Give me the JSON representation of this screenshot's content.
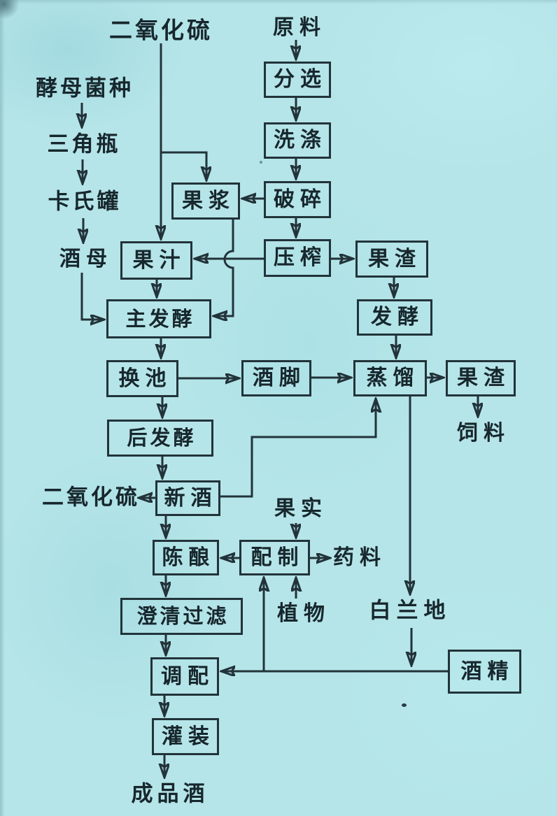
{
  "page": {
    "paper_color": "#b5e5e8",
    "ink_color": "#22333a"
  },
  "nodes": {
    "so2_top": {
      "type": "label",
      "label": "二氧化硫"
    },
    "yuanliao": {
      "type": "label",
      "label": "原料"
    },
    "jiaomujunzhong": {
      "type": "label",
      "label": "酵母菌种"
    },
    "sanjiaoping": {
      "type": "label",
      "label": "三角瓶"
    },
    "kashiguan": {
      "type": "label",
      "label": "卡氏罐"
    },
    "jiumu": {
      "type": "label",
      "label": "酒母"
    },
    "fenxuan": {
      "type": "box",
      "label": "分选"
    },
    "xidi": {
      "type": "box",
      "label": "洗涤"
    },
    "posui": {
      "type": "box",
      "label": "破碎"
    },
    "guojiang": {
      "type": "box",
      "label": "果浆"
    },
    "guozhi": {
      "type": "box",
      "label": "果汁"
    },
    "yazha": {
      "type": "box",
      "label": "压榨"
    },
    "guozha_top": {
      "type": "box",
      "label": "果渣"
    },
    "zhufajiao": {
      "type": "box",
      "label": "主发酵"
    },
    "fajiao": {
      "type": "box",
      "label": "发酵"
    },
    "huanchi": {
      "type": "box",
      "label": "换池"
    },
    "jiujiao": {
      "type": "box",
      "label": "酒脚"
    },
    "zhengliu": {
      "type": "box",
      "label": "蒸馏"
    },
    "guozha_mid": {
      "type": "box",
      "label": "果渣"
    },
    "siliao": {
      "type": "label",
      "label": "饲料"
    },
    "houfajiao": {
      "type": "box",
      "label": "后发酵"
    },
    "xinjiu": {
      "type": "box",
      "label": "新酒"
    },
    "so2_left": {
      "type": "label",
      "label": "二氧化硫"
    },
    "guoshi": {
      "type": "label",
      "label": "果实"
    },
    "chenniang": {
      "type": "box",
      "label": "陈酿"
    },
    "peizhi": {
      "type": "box",
      "label": "配制"
    },
    "yaoliao": {
      "type": "label",
      "label": "药料"
    },
    "chengqingguolv": {
      "type": "box",
      "label": "澄清过滤"
    },
    "zhiwu": {
      "type": "label",
      "label": "植物"
    },
    "bailandi": {
      "type": "label",
      "label": "白兰地"
    },
    "tiaopei": {
      "type": "box",
      "label": "调配"
    },
    "jiujing": {
      "type": "box",
      "label": "酒精"
    },
    "guanzhuang": {
      "type": "box",
      "label": "灌装"
    },
    "chengpinjiu": {
      "type": "label",
      "label": "成品酒"
    }
  },
  "edges": [
    {
      "from": "so2_top",
      "to": "guozhi"
    },
    {
      "from": "so2_top",
      "to": "guojiang"
    },
    {
      "from": "yuanliao",
      "to": "fenxuan"
    },
    {
      "from": "fenxuan",
      "to": "xidi"
    },
    {
      "from": "xidi",
      "to": "posui"
    },
    {
      "from": "posui",
      "to": "guojiang"
    },
    {
      "from": "posui",
      "to": "yazha"
    },
    {
      "from": "yazha",
      "to": "guozhi"
    },
    {
      "from": "yazha",
      "to": "guozha_top"
    },
    {
      "from": "guojiang",
      "to": "zhufajiao"
    },
    {
      "from": "guozhi",
      "to": "zhufajiao"
    },
    {
      "from": "jiaomujunzhong",
      "to": "sanjiaoping"
    },
    {
      "from": "sanjiaoping",
      "to": "kashiguan"
    },
    {
      "from": "kashiguan",
      "to": "jiumu"
    },
    {
      "from": "jiumu",
      "to": "zhufajiao"
    },
    {
      "from": "guozha_top",
      "to": "fajiao"
    },
    {
      "from": "fajiao",
      "to": "zhengliu"
    },
    {
      "from": "zhufajiao",
      "to": "huanchi"
    },
    {
      "from": "huanchi",
      "to": "jiujiao"
    },
    {
      "from": "jiujiao",
      "to": "zhengliu"
    },
    {
      "from": "zhengliu",
      "to": "guozha_mid"
    },
    {
      "from": "guozha_mid",
      "to": "siliao"
    },
    {
      "from": "huanchi",
      "to": "houfajiao"
    },
    {
      "from": "houfajiao",
      "to": "xinjiu"
    },
    {
      "from": "xinjiu",
      "to": "so2_left"
    },
    {
      "from": "xinjiu",
      "to": "zhengliu"
    },
    {
      "from": "zhengliu",
      "to": "bailandi"
    },
    {
      "from": "bailandi",
      "to": "tiaopei_line"
    },
    {
      "from": "xinjiu",
      "to": "chenniang"
    },
    {
      "from": "guoshi",
      "to": "peizhi"
    },
    {
      "from": "peizhi",
      "to": "chenniang"
    },
    {
      "from": "peizhi",
      "to": "yaoliao"
    },
    {
      "from": "zhiwu",
      "to": "peizhi"
    },
    {
      "from": "tiaopei_line",
      "to": "peizhi"
    },
    {
      "from": "chenniang",
      "to": "chengqingguolv"
    },
    {
      "from": "chengqingguolv",
      "to": "tiaopei"
    },
    {
      "from": "jiujing",
      "to": "tiaopei"
    },
    {
      "from": "tiaopei",
      "to": "guanzhuang"
    },
    {
      "from": "guanzhuang",
      "to": "chengpinjiu"
    }
  ]
}
